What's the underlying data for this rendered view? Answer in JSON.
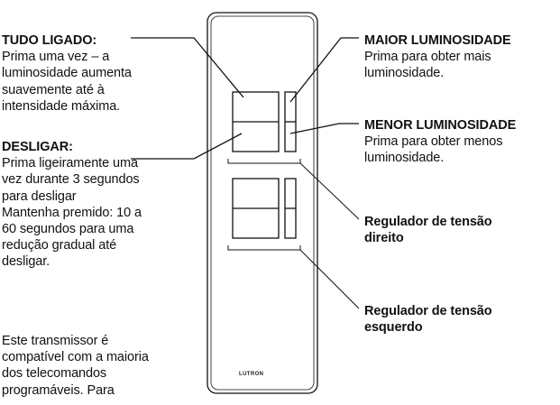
{
  "left": {
    "on": {
      "heading": "TUDO LIGADO:",
      "lines": [
        "Prima uma vez – a",
        "luminosidade aumenta",
        "suavemente até à",
        "intensidade máxima."
      ]
    },
    "off": {
      "heading": "DESLIGAR:",
      "lines": [
        "Prima ligeiramente uma",
        "vez durante 3 segundos",
        "para desligar",
        "Mantenha premido: 10 a",
        "60 segundos para uma",
        "redução gradual até",
        "desligar."
      ]
    },
    "note": {
      "lines": [
        "Este transmissor é",
        "compatível com a maioria",
        "dos telecomandos",
        "programáveis. Para"
      ]
    }
  },
  "right": {
    "raise": {
      "heading": "MAIOR LUMINOSIDADE",
      "lines": [
        "Prima para obter mais",
        "luminosidade."
      ]
    },
    "lower": {
      "heading": "MENOR LUMINOSIDADE",
      "lines": [
        "Prima para obter menos",
        "luminosidade."
      ]
    },
    "right_dimmer": {
      "lines": [
        "Regulador de tensão",
        "direito"
      ]
    },
    "left_dimmer": {
      "lines": [
        "Regulador de tensão",
        "esquerdo"
      ]
    }
  },
  "remote": {
    "brand": "LUTRON"
  }
}
